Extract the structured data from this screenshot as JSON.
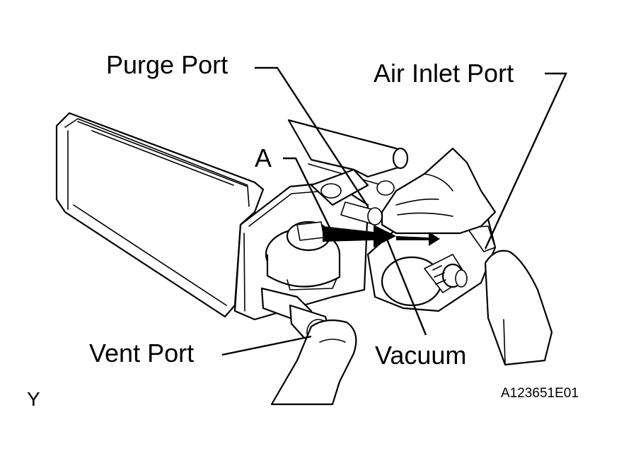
{
  "labels": {
    "purge_port": "Purge Port",
    "air_inlet_port": "Air Inlet Port",
    "point_a": "A",
    "vent_port": "Vent Port",
    "vacuum": "Vacuum",
    "corner_mark": "Y",
    "figure_code": "A123651E01"
  },
  "colors": {
    "ink": "#000000",
    "background": "#ffffff"
  }
}
